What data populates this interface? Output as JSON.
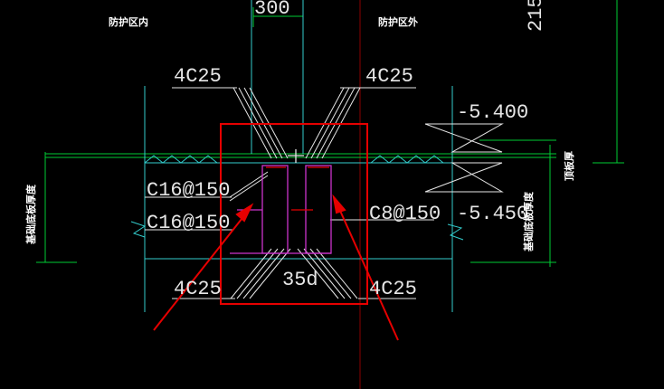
{
  "drawing": {
    "colors": {
      "background": "#000000",
      "cyan": "#33cccc",
      "green": "#00cc33",
      "white": "#e6e6e6",
      "magenta": "#cc33cc",
      "red": "#e60000",
      "darkred": "#8a0000"
    },
    "labels": {
      "top_dim": "300",
      "top_right_dim": "215",
      "left_note": "防护区内",
      "right_note": "防护区外",
      "rebar_top_left": "4C25",
      "rebar_top_right": "4C25",
      "rebar_bottom_left": "4C25",
      "rebar_bottom_right": "4C25",
      "rebar_c16_top": "C16@150",
      "rebar_c16_bottom": "C16@150",
      "stirrup": "C8@150",
      "anchor_len": "35d",
      "elev_top": "-5.400",
      "elev_bottom": "-5.450",
      "vert_left": "基础底板厚度",
      "vert_right_low": "基础底板厚度",
      "vert_right_high": "顶板厚"
    }
  }
}
